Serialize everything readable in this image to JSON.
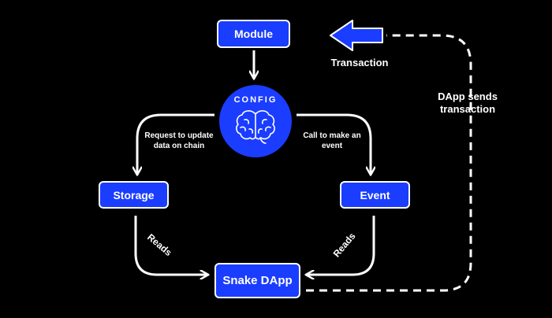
{
  "nodes": {
    "module": "Module",
    "config": "CONFIG",
    "storage": "Storage",
    "event": "Event",
    "snake_dapp": "Snake DApp"
  },
  "edge_labels": {
    "request": "Request to update data on chain",
    "call": "Call to make an event",
    "reads_left": "Reads",
    "reads_right": "Reads",
    "transaction": "Transaction",
    "dapp_sends": "DApp sends transaction"
  },
  "colors": {
    "background": "#000000",
    "node_fill": "#1A3DFF",
    "node_border": "#FFFFFF",
    "text": "#FFFFFF"
  },
  "icons": [
    "brain-icon",
    "big-arrow-left-icon"
  ]
}
